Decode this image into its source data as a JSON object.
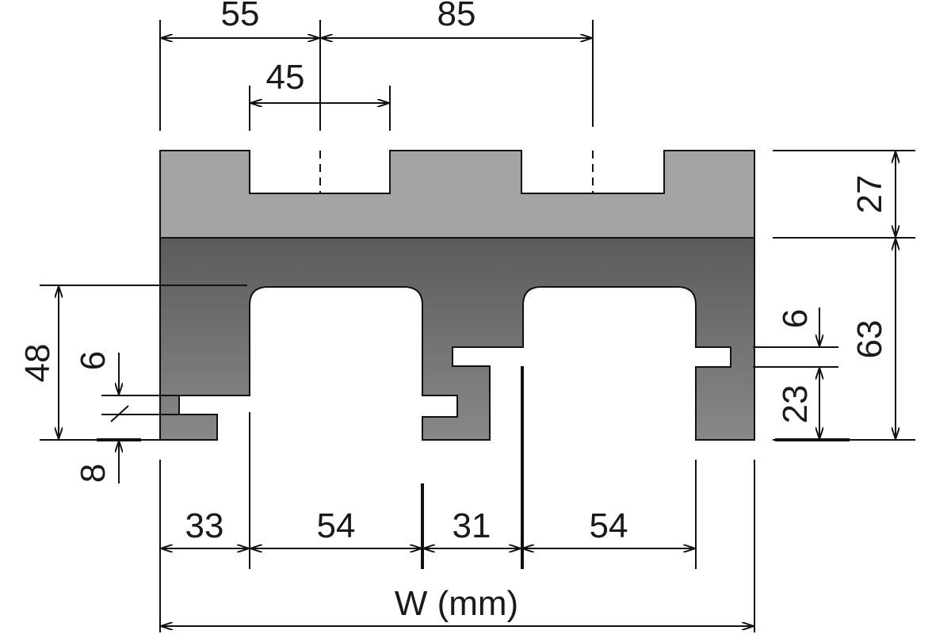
{
  "diagram": {
    "top_dims": {
      "d55": "55",
      "d85": "85",
      "d45": "45"
    },
    "right_dims": {
      "d27": "27",
      "d63": "63",
      "d6": "6",
      "d23": "23"
    },
    "left_dims": {
      "d48": "48",
      "d6": "6",
      "d8": "8"
    },
    "bottom_dims": {
      "d33": "33",
      "d54a": "54",
      "d31": "31",
      "d54b": "54"
    },
    "width_label": "W (mm)"
  },
  "colors": {
    "upper_layer": "#a4a4a4",
    "lower_layer_top": "#5e5e5e",
    "lower_layer_bottom": "#848484",
    "line": "#111111"
  }
}
